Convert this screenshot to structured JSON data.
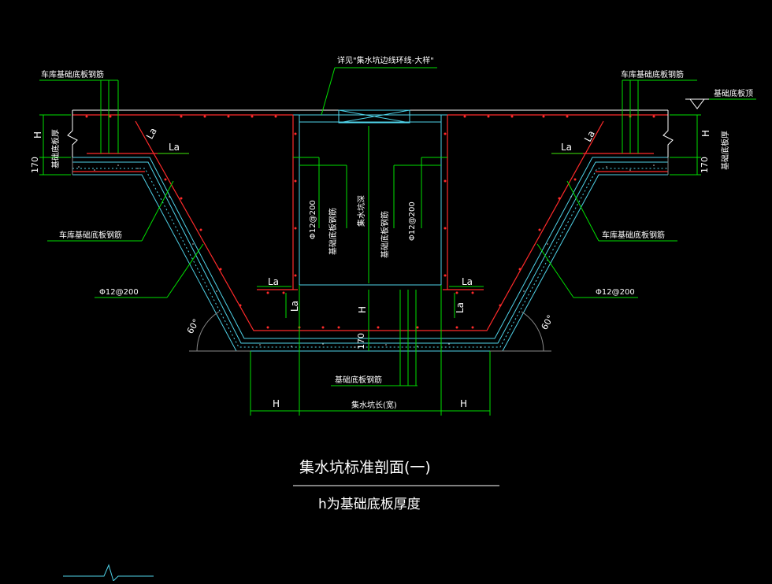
{
  "drawing": {
    "title": "集水坑标准剖面(一)",
    "subtitle": "h为基础底板厚度"
  },
  "labels": {
    "top_note": "详见\"集水坑边线环线-大样\"",
    "left_top_rebar": "车库基础底板钢筋",
    "right_top_rebar": "车库基础底板钢筋",
    "right_floor": "基础底板顶",
    "left_thickness_v": "基础底板厚",
    "right_thickness_v": "基础底板厚",
    "left_slope_rebar": "车库基础底板钢筋",
    "right_slope_rebar": "车库基础底板钢筋",
    "left_spacing": "Φ12@200",
    "right_spacing": "Φ12@200",
    "inner_left_spacing": "Φ12@200",
    "inner_right_spacing": "Φ12@200",
    "inner_left_rebar": "基础底板钢筋",
    "inner_right_rebar": "基础底板钢筋",
    "inner_center": "集水坑深",
    "bottom_rebar": "基础底板钢筋",
    "la": "La",
    "h": "H",
    "dim_170": "170",
    "angle_60": "60°",
    "pit_width": "集水坑长(宽)"
  }
}
